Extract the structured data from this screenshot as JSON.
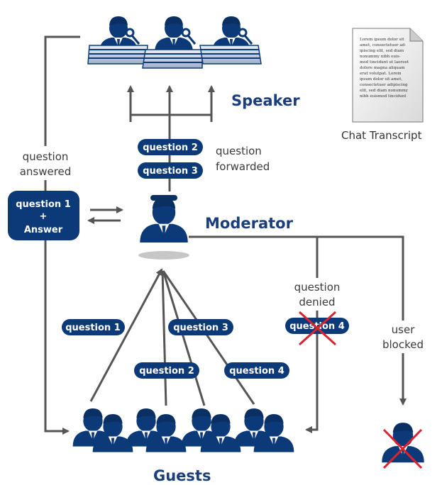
{
  "labels": {
    "speaker": "Speaker",
    "moderator": "Moderator",
    "guests": "Guests",
    "question_answered": [
      "question",
      "answered"
    ],
    "question_forwarded": [
      "question",
      "forwarded"
    ],
    "question_denied": [
      "question",
      "denied"
    ],
    "user_blocked": [
      "user",
      "blocked"
    ],
    "chat_transcript": "Chat Transcript"
  },
  "pills": {
    "forwarded_q2": "question 2",
    "forwarded_q3": "question 3",
    "answer_box": [
      "question 1",
      "+",
      "Answer"
    ],
    "guest_q1": "question 1",
    "guest_q2": "question 2",
    "guest_q3": "question 3",
    "guest_q4": "question 4",
    "denied_q4": "question 4"
  },
  "document_text": [
    "Lorem ipsum dolor sit",
    "amet, consectetuer ad-",
    "ipiscing elit, sed diam",
    "nonummy nibh euis-",
    "mod tincidunt ut laoreet",
    "dolore magna aliquam",
    "erat volutpat. Lorem",
    "ipsum dolor sit amet,",
    "consectetuer adipiscing",
    "elit, sed diam nonummy",
    "nibh euismod tincidunt"
  ],
  "colors": {
    "navy": "#0c3a78",
    "role_text": "#1b3f7c",
    "connector": "#555555",
    "cross": "#d9232e"
  }
}
